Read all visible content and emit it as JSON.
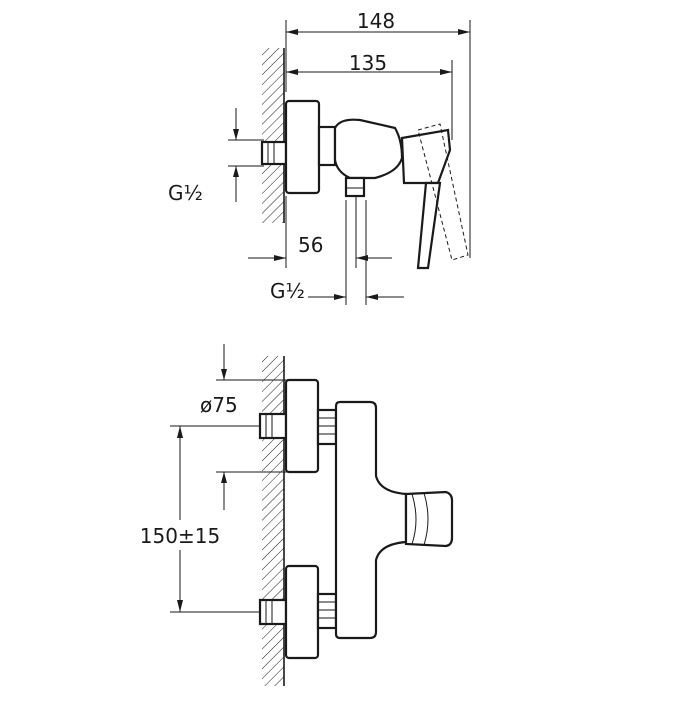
{
  "top_view": {
    "dim_total_width": "148",
    "dim_handle_reach": "135",
    "dim_spout_offset": "56",
    "thread_inlet": "G½",
    "thread_outlet": "G½"
  },
  "front_view": {
    "dim_rosette_diameter": "ø75",
    "dim_inlet_spacing": "150±15"
  },
  "colors": {
    "line": "#1a1a1a",
    "background": "#ffffff"
  }
}
